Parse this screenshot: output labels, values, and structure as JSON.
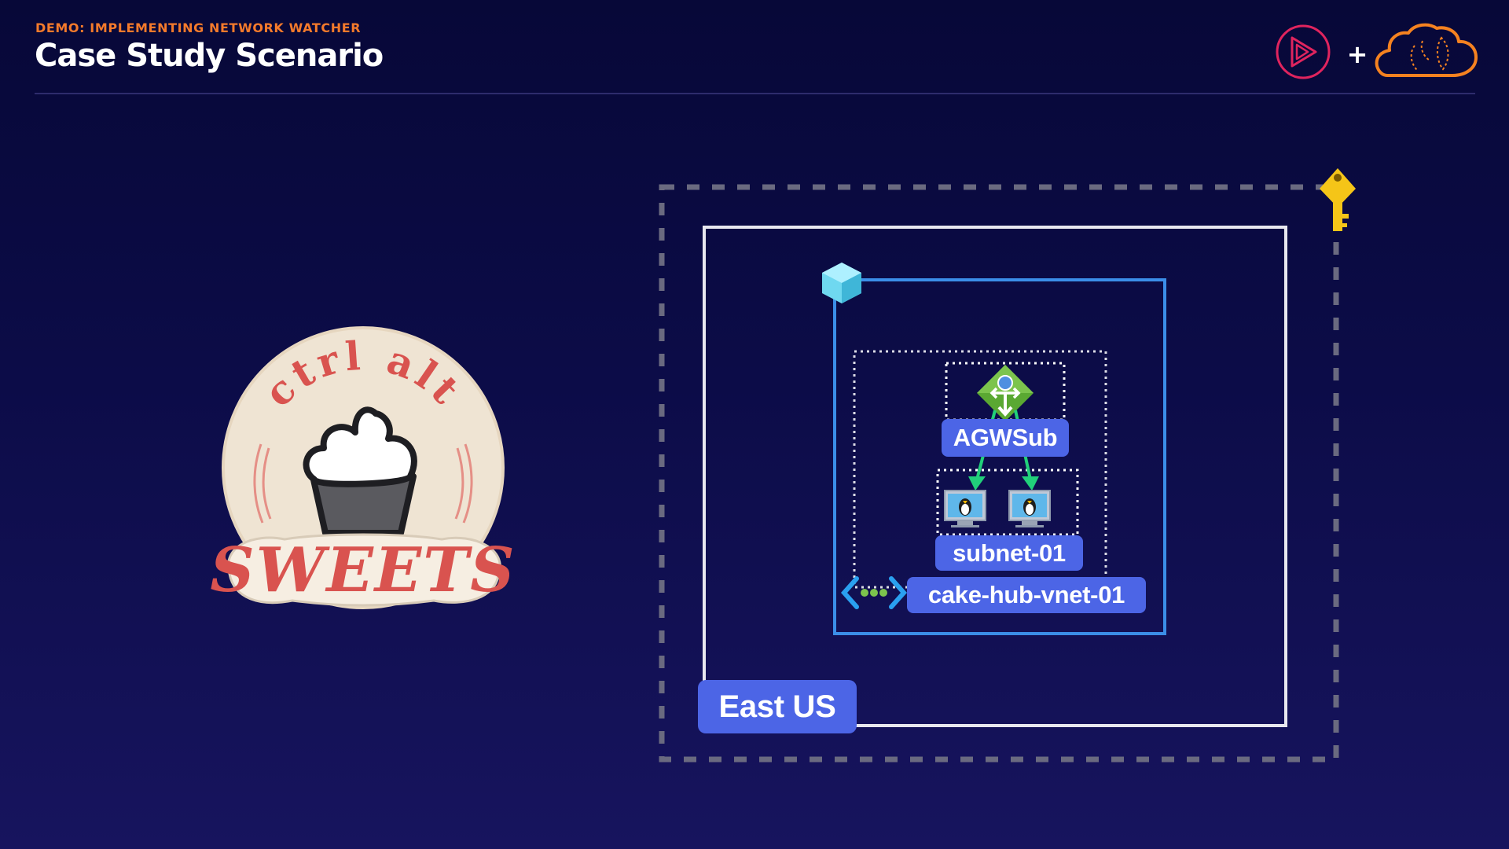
{
  "header": {
    "eyebrow": "DEMO: IMPLEMENTING NETWORK WATCHER",
    "title": "Case Study Scenario",
    "plus_sign": "+"
  },
  "brand_logos": {
    "left_icon": "pluralsight-play-icon",
    "right_icon": "cloud-academy-cloud-icon",
    "left_color": "#e0245e",
    "right_color": "#f58220"
  },
  "company_logo": {
    "top_text": "ctrl alt",
    "bottom_text": "SWEETS",
    "icon": "cupcake-icon"
  },
  "diagram": {
    "region_label": "East US",
    "vnet_label": "cake-hub-vnet-01",
    "subnet_label": "subnet-01",
    "agw_subnet_label": "AGWSub",
    "icons": [
      "key-vault-key-icon",
      "resource-group-cube-icon",
      "application-gateway-icon",
      "linux-vm-icon",
      "linux-vm-icon",
      "virtual-network-icon"
    ],
    "colors": {
      "chip": "#4c65e6",
      "vnet_border": "#3b8ee8",
      "region_border": "#e8e8ef",
      "subscription_border": "#6a6a80",
      "arrow": "#21d07a"
    }
  }
}
